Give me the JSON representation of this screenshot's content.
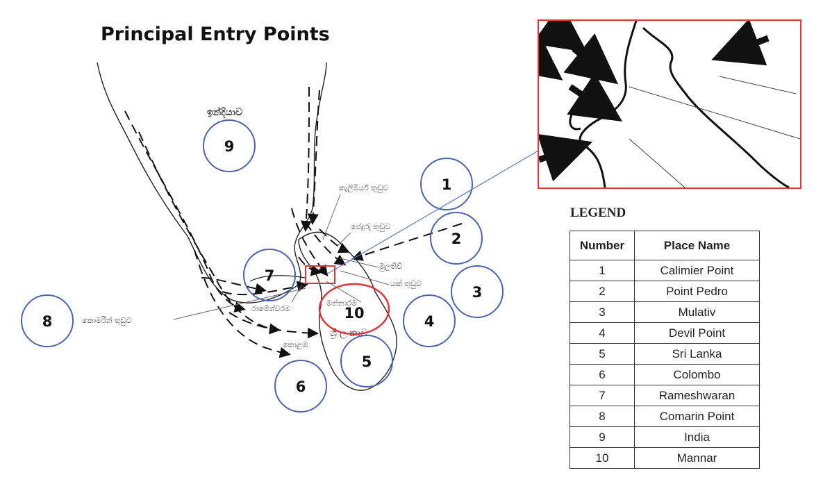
{
  "title": "Principal Entry Points",
  "map_labels": {
    "india": "ඉන්දියාව",
    "calimier": "කැලිමියර් තුඩුව",
    "pedro": "පේදුරු තුඩුව",
    "mulativ": "මුලතිව්",
    "devil": "යක් තුඩුව",
    "rameshwaran": "රාමේශ්වරම",
    "mannar": "මන්නාරම",
    "srilanka": "ශ්‍රී ලංකාව",
    "colombo": "කොළඹ",
    "comarin": "කොමරින් තුඩුව"
  },
  "markers": [
    "1",
    "2",
    "3",
    "4",
    "5",
    "6",
    "7",
    "8",
    "9",
    "10"
  ],
  "colors": {
    "circle": "#4a63b0",
    "highlight": "#e0343a"
  },
  "legend": {
    "title": "LEGEND",
    "headers": [
      "Number",
      "Place Name"
    ],
    "rows": [
      [
        "1",
        "Calimier Point"
      ],
      [
        "2",
        "Point Pedro"
      ],
      [
        "3",
        "Mulativ"
      ],
      [
        "4",
        "Devil Point"
      ],
      [
        "5",
        "Sri Lanka"
      ],
      [
        "6",
        "Colombo"
      ],
      [
        "7",
        "Rameshwaran"
      ],
      [
        "8",
        "Comarin Point"
      ],
      [
        "9",
        "India"
      ],
      [
        "10",
        "Mannar"
      ]
    ]
  }
}
